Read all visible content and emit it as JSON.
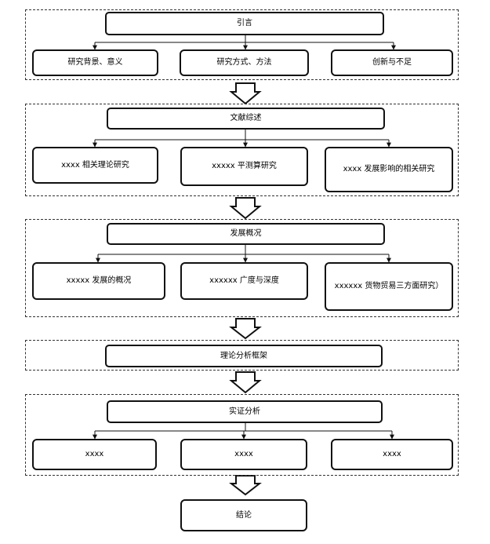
{
  "sections": [
    {
      "title": "引言",
      "items": [
        "研究背景、意义",
        "研究方式、方法",
        "创新与不足"
      ]
    },
    {
      "title": "文献综述",
      "items": [
        "xxxx 相关理论研究",
        "xxxxx 平测算研究",
        "xxxx 发展影响的相关研究"
      ]
    },
    {
      "title": "发展概况",
      "items": [
        "xxxxx 发展的概况",
        "xxxxxx 广度与深度",
        "xxxxxx 货物贸易三方面研究）"
      ]
    },
    {
      "title": "理论分析框架",
      "items": []
    },
    {
      "title": "实证分析",
      "items": [
        "xxxx",
        "xxxx",
        "xxxx"
      ]
    }
  ],
  "conclusion": "结论"
}
